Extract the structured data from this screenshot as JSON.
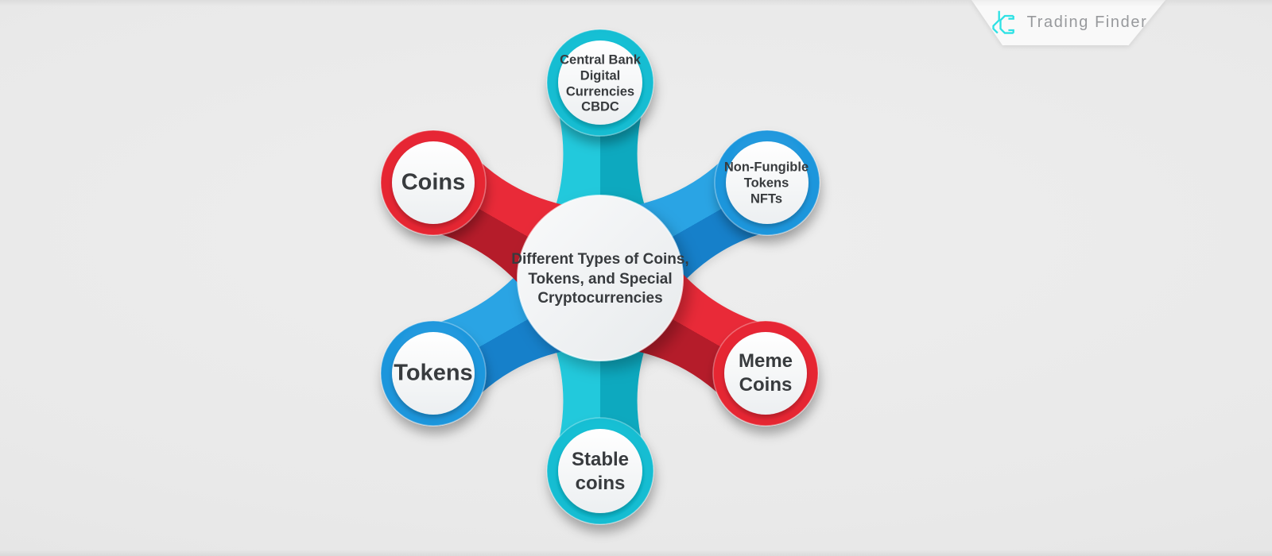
{
  "brand": {
    "logo_text": "Trading Finder",
    "logo_icon": "trading-finder-glyph",
    "logo_icon_color": "#2ee1e4",
    "logo_text_color": "#97999c"
  },
  "diagram": {
    "title": "Different Types of Coins,\nTokens, and Special\nCryptocurrencies",
    "nodes": [
      {
        "id": "cbdc",
        "label": "Central Bank\nDigital\nCurrencies\nCBDC",
        "color": "#12bdd2",
        "position": "top"
      },
      {
        "id": "nfts",
        "label": "Non-Fungible\nTokens\nNFTs",
        "color": "#1e96dc",
        "position": "top-right"
      },
      {
        "id": "meme-coins",
        "label": "Meme\nCoins",
        "color": "#e62633",
        "position": "bottom-right"
      },
      {
        "id": "stable-coins",
        "label": "Stable\ncoins",
        "color": "#12bdd2",
        "position": "bottom"
      },
      {
        "id": "tokens",
        "label": "Tokens",
        "color": "#1e96dc",
        "position": "bottom-left"
      },
      {
        "id": "coins",
        "label": "Coins",
        "color": "#e62633",
        "position": "top-left"
      }
    ],
    "colors": {
      "cyan": "#12bdd2",
      "cyan_light": "#20c9dc",
      "cyan_dark": "#0da9bf",
      "blue": "#1e96dc",
      "blue_light": "#2ca4e4",
      "blue_dark": "#1480ca",
      "red": "#e62633",
      "red_light": "#e92b38",
      "red_dark": "#b51f2a",
      "node_inner": "#ffffff",
      "text": "#383b3e",
      "background": "#eaeaea"
    }
  }
}
